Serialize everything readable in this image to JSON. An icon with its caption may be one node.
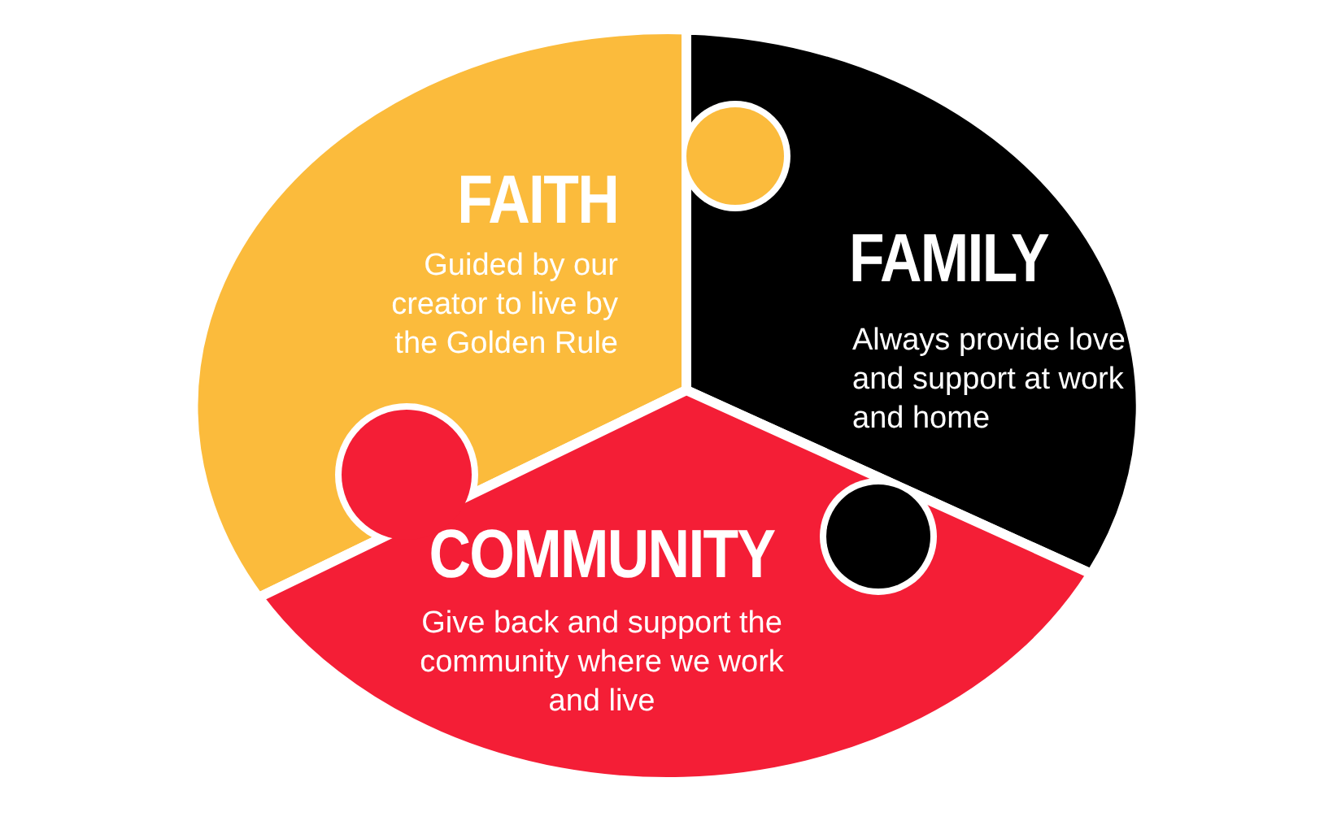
{
  "diagram": {
    "nodes": [
      {
        "text": [
          "FAITH",
          "Guided by our creator to live by the Golden Rule"
        ]
      },
      {
        "text": [
          "FAMILY",
          "Always provide love and support at work and home"
        ]
      },
      {
        "text": [
          "COMMUNITY",
          "Give back and support the community where we work and live"
        ]
      }
    ]
  }
}
